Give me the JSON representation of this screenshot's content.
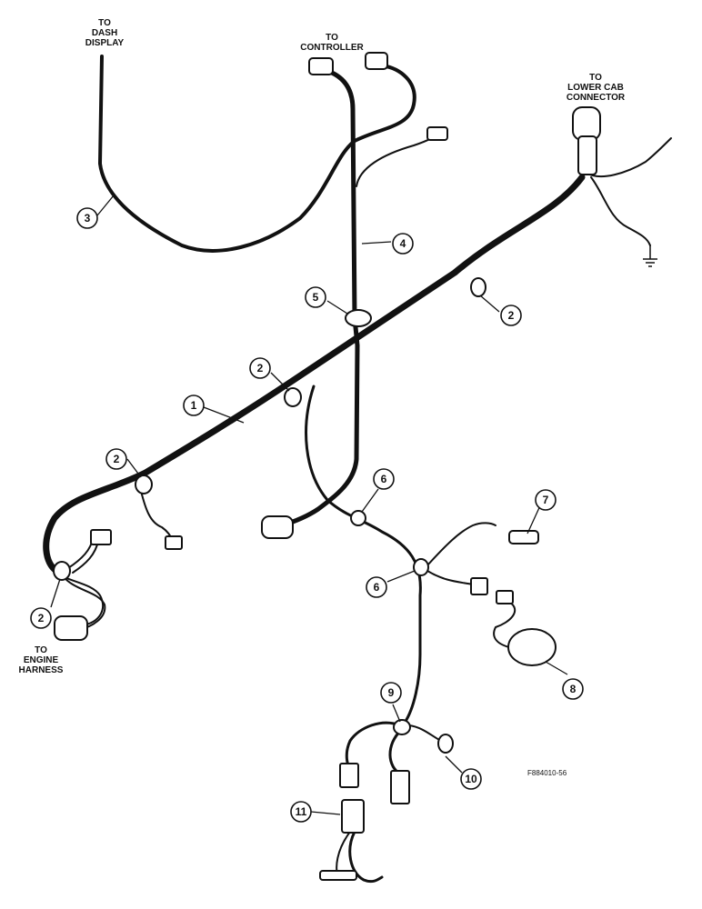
{
  "labels": {
    "dash_display": [
      "TO",
      "DASH",
      "DISPLAY"
    ],
    "controller": [
      "TO",
      "CONTROLLER"
    ],
    "lower_cab": [
      "TO",
      "LOWER CAB",
      "CONNECTOR"
    ],
    "engine_harness": [
      "TO",
      "ENGINE",
      "HARNESS"
    ]
  },
  "figure_number": "F884010-56",
  "callouts": {
    "c1": "1",
    "c2a": "2",
    "c2b": "2",
    "c2c": "2",
    "c2d": "2",
    "c3": "3",
    "c4": "4",
    "c5": "5",
    "c6a": "6",
    "c6b": "6",
    "c7": "7",
    "c8": "8",
    "c9": "9",
    "c10": "10",
    "c11": "11"
  }
}
